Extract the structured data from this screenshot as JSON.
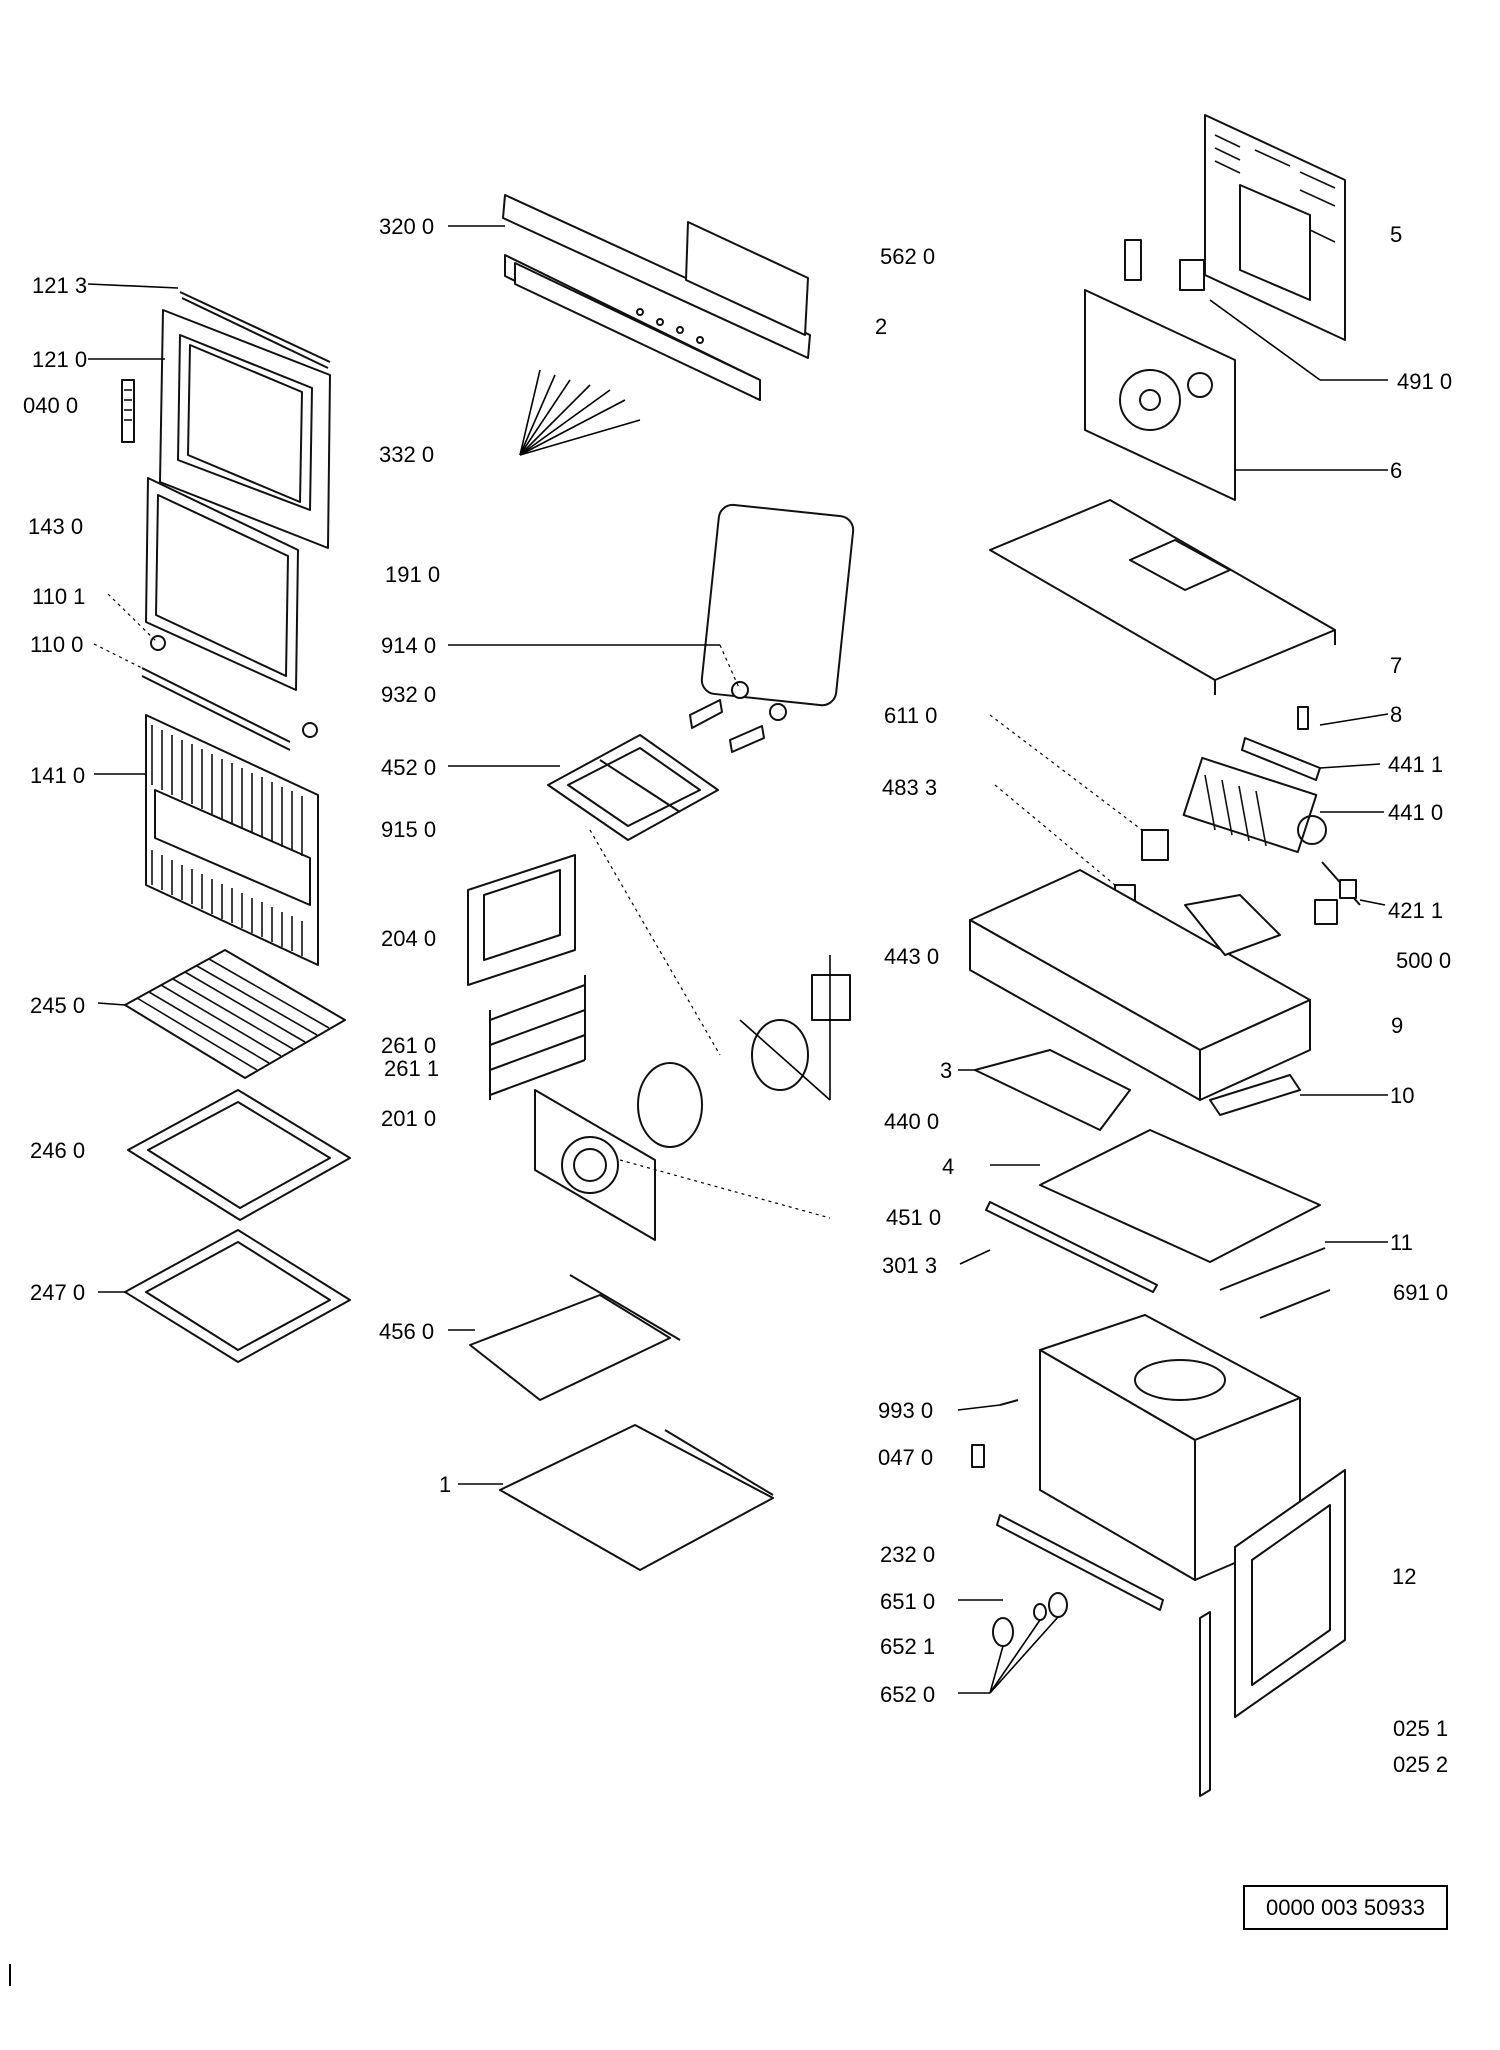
{
  "labels": {
    "l_3200": "320 0",
    "l_5620": "562 0",
    "l_2": "2",
    "l_5": "5",
    "l_1213": "121 3",
    "l_1210": "121 0",
    "l_0400": "040 0",
    "l_3320": "332 0",
    "l_4910": "491 0",
    "l_6": "6",
    "l_1430": "143 0",
    "l_1910": "191 0",
    "l_1101": "110 1",
    "l_1100": "110 0",
    "l_9140": "914 0",
    "l_9320": "932 0",
    "l_7": "7",
    "l_6110": "611 0",
    "l_8": "8",
    "l_1410": "141 0",
    "l_4520": "452 0",
    "l_4833": "483 3",
    "l_4411": "441 1",
    "l_9150": "915 0",
    "l_4410": "441 0",
    "l_4211": "421 1",
    "l_2040": "204 0",
    "l_4430": "443 0",
    "l_5000": "500 0",
    "l_2450": "245 0",
    "l_2610": "261 0",
    "l_2611": "261 1",
    "l_9": "9",
    "l_3": "3",
    "l_10": "10",
    "l_2010": "201 0",
    "l_4400": "440 0",
    "l_2460": "246 0",
    "l_4": "4",
    "l_4510": "451 0",
    "l_11": "11",
    "l_3013": "301 3",
    "l_2470": "247 0",
    "l_6910": "691 0",
    "l_4560": "456 0",
    "l_1": "1",
    "l_9930": "993 0",
    "l_0470": "047 0",
    "l_2320": "232 0",
    "l_12": "12",
    "l_6510": "651 0",
    "l_6521": "652 1",
    "l_6520": "652 0",
    "l_0251": "025 1",
    "l_0252": "025 2"
  },
  "reference_number": "0000 003 50933"
}
